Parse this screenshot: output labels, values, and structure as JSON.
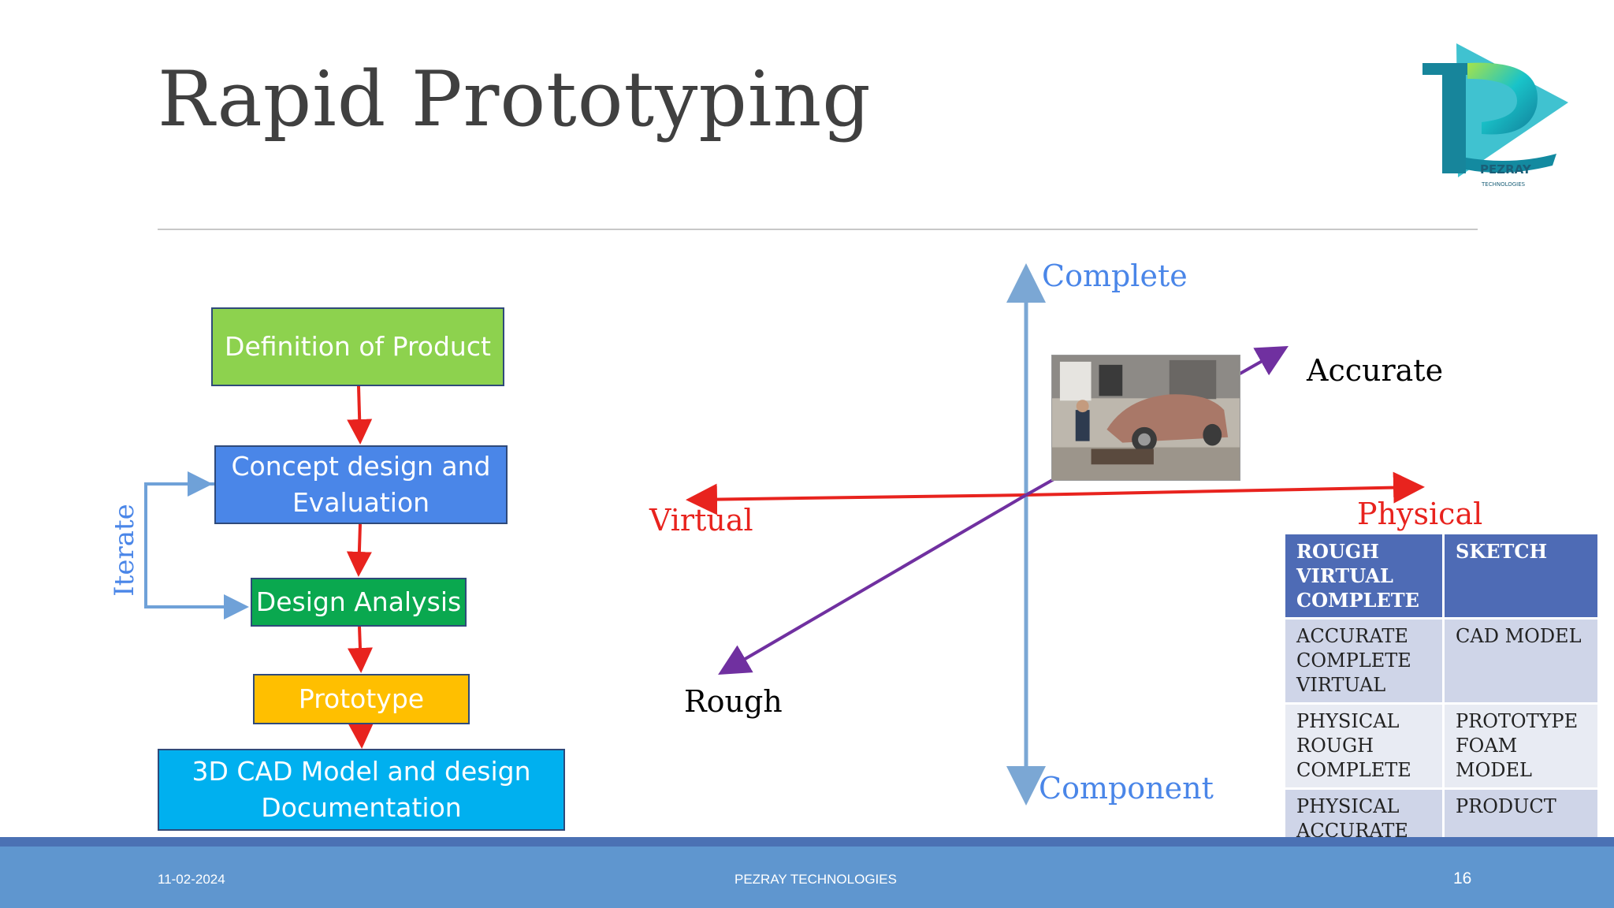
{
  "slide": {
    "title": "Rapid Prototyping",
    "logo_text": [
      "PEZRAY",
      "TECHNOLOGIES"
    ]
  },
  "flowchart": {
    "steps": [
      "Definition of Product",
      "Concept design and Evaluation",
      "Design Analysis",
      "Prototype",
      "3D CAD Model and design Documentation"
    ],
    "loop_label": "Iterate"
  },
  "axes": {
    "top": "Complete",
    "bottom": "Component",
    "diagonal_top": "Accurate",
    "diagonal_bottom": "Rough",
    "left": "Virtual",
    "right": "Physical",
    "photo_description": "car-clay-model-photo"
  },
  "table": {
    "header": [
      "ROUGH VIRTUAL COMPLETE",
      "SKETCH"
    ],
    "rows": [
      [
        "ACCURATE COMPLETE VIRTUAL",
        "CAD MODEL"
      ],
      [
        "PHYSICAL ROUGH COMPLETE",
        "PROTOTYPE FOAM MODEL"
      ],
      [
        "PHYSICAL ACCURATE COMPLETE",
        "PRODUCT"
      ]
    ]
  },
  "footer": {
    "date": "11-02-2024",
    "company": "PEZRAY TECHNOLOGIES",
    "page": "16"
  },
  "colors": {
    "title": "#404040",
    "axis_blue": "#4a86e8",
    "axis_red": "#e8231e",
    "axis_purple": "#7030a0",
    "footer": "#5f96cf"
  }
}
